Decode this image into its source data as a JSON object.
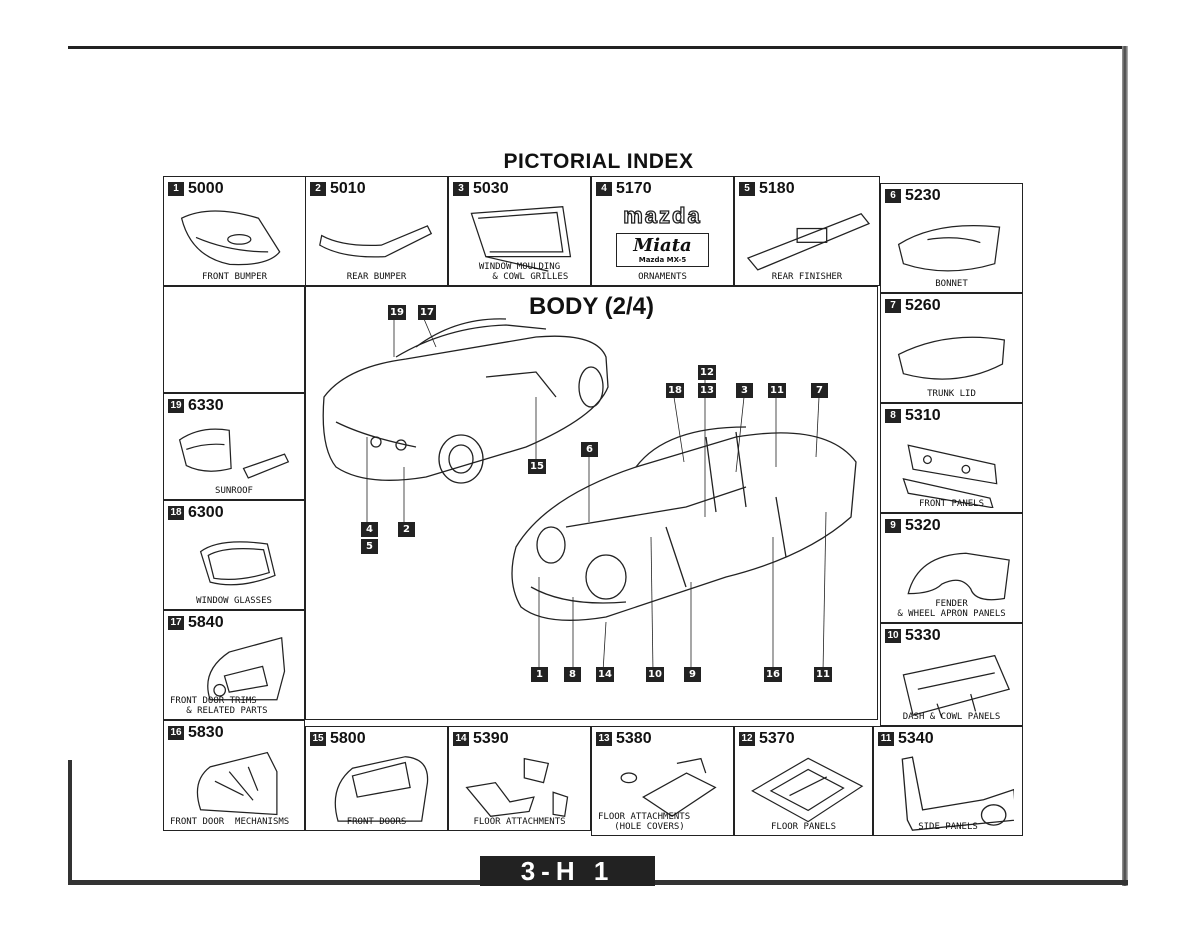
{
  "title": "PICTORIAL INDEX",
  "body_title": "BODY (2/4)",
  "page_code": "3-H 1",
  "cells": [
    {
      "no": "1",
      "code": "5000",
      "caption": "FRONT BUMPER",
      "icon": "front-bumper-sketch"
    },
    {
      "no": "2",
      "code": "5010",
      "caption": "REAR BUMPER",
      "icon": "rear-bumper-sketch"
    },
    {
      "no": "3",
      "code": "5030",
      "caption": "WINDOW MOULDING\n    & COWL GRILLES",
      "icon": "windshield-sketch"
    },
    {
      "no": "4",
      "code": "5170",
      "caption": "ORNAMENTS",
      "icon": "ornaments-sketch"
    },
    {
      "no": "5",
      "code": "5180",
      "caption": "REAR FINISHER",
      "icon": "rear-finisher-sketch"
    },
    {
      "no": "6",
      "code": "5230",
      "caption": "BONNET",
      "icon": "bonnet-sketch"
    },
    {
      "no": "7",
      "code": "5260",
      "caption": "TRUNK LID",
      "icon": "trunk-lid-sketch"
    },
    {
      "no": "8",
      "code": "5310",
      "caption": "FRONT PANELS",
      "icon": "front-panels-sketch"
    },
    {
      "no": "9",
      "code": "5320",
      "caption": "FENDER\n& WHEEL APRON PANELS",
      "icon": "fender-sketch"
    },
    {
      "no": "10",
      "code": "5330",
      "caption": "DASH & COWL PANELS",
      "icon": "dash-cowl-sketch"
    },
    {
      "no": "11",
      "code": "5340",
      "caption": "SIDE PANELS",
      "icon": "side-panels-sketch"
    },
    {
      "no": "12",
      "code": "5370",
      "caption": "FLOOR PANELS",
      "icon": "floor-panels-sketch"
    },
    {
      "no": "13",
      "code": "5380",
      "caption": "FLOOR ATTACHMENTS\n   (HOLE COVERS)",
      "icon": "hole-covers-sketch"
    },
    {
      "no": "14",
      "code": "5390",
      "caption": "FLOOR ATTACHMENTS",
      "icon": "floor-attachments-sketch"
    },
    {
      "no": "15",
      "code": "5800",
      "caption": "FRONT DOORS",
      "icon": "front-doors-sketch"
    },
    {
      "no": "16",
      "code": "5830",
      "caption": "FRONT DOOR  MECHANISMS",
      "icon": "door-mechanism-sketch"
    },
    {
      "no": "17",
      "code": "5840",
      "caption": "FRONT DOOR TRIMS\n   & RELATED PARTS",
      "icon": "door-trim-sketch"
    },
    {
      "no": "18",
      "code": "6300",
      "caption": "WINDOW GLASSES",
      "icon": "window-glass-sketch"
    },
    {
      "no": "19",
      "code": "6330",
      "caption": "SUNROOF",
      "icon": "sunroof-sketch"
    }
  ],
  "ornament_text": {
    "brand": "mazda",
    "model": "Miata",
    "badge": "Mazda MX-5"
  },
  "callouts": [
    "19",
    "17",
    "2",
    "4",
    "5",
    "15",
    "18",
    "12",
    "13",
    "3",
    "11",
    "7",
    "6",
    "1",
    "8",
    "14",
    "10",
    "9",
    "16",
    "11"
  ]
}
